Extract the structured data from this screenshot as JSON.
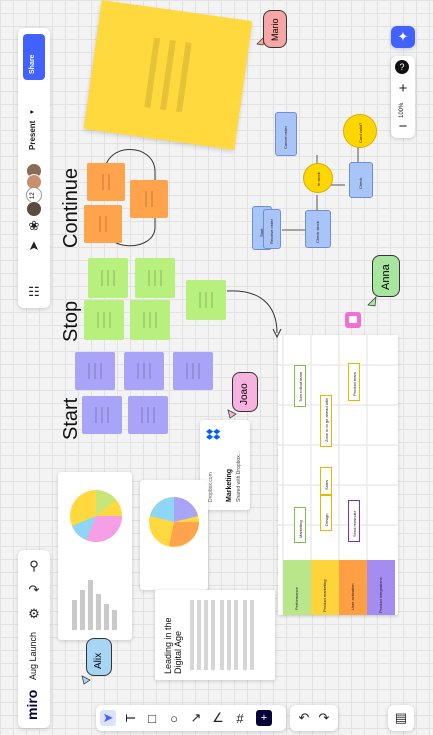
{
  "app": {
    "logo": "miro",
    "board_name": "Aug Launch"
  },
  "toolbar": {
    "present_label": "Present",
    "share_label": "Share",
    "collaborator_count": "12"
  },
  "zoom": {
    "level": "100%"
  },
  "frames": {
    "start": "Start",
    "stop": "Stop",
    "continue": "Continue"
  },
  "cursors": [
    {
      "name": "Mario",
      "color": "#f7a6a6"
    },
    {
      "name": "Joao",
      "color": "#f6b3e0"
    },
    {
      "name": "Anna",
      "color": "#a8e6a0"
    },
    {
      "name": "Alix",
      "color": "#a7d6f5"
    }
  ],
  "flowchart": {
    "start": "Start",
    "receive": "Receive order",
    "check_stock": "Check stock",
    "in_stock": "In stock",
    "cancel": "Cancel order",
    "check": "Check",
    "card_valid": "Card valid?"
  },
  "dropbox": {
    "brand": "Dropbox.com",
    "title": "Marketing",
    "subtitle": "Shared with Dropbox..."
  },
  "document": {
    "title": "Leading in the Digital Age"
  },
  "roadmap": {
    "rows": [
      "Performance",
      "Product marketing",
      "User activation",
      "Product integrations"
    ],
    "row_colors": [
      "#b9e68a",
      "#ffd43b",
      "#ff9f43",
      "#a58cf0"
    ],
    "cards": [
      "Marketing",
      "Design",
      "Sales",
      "Send reminder",
      "Turn rollout team",
      "Zone in to go ahead with",
      "Product team"
    ]
  },
  "colors": {
    "accent": "#4262ff",
    "yellow": "#ffd600",
    "orange": "#ffa34d",
    "green": "#b8f07d",
    "purple": "#a8a4f8"
  }
}
